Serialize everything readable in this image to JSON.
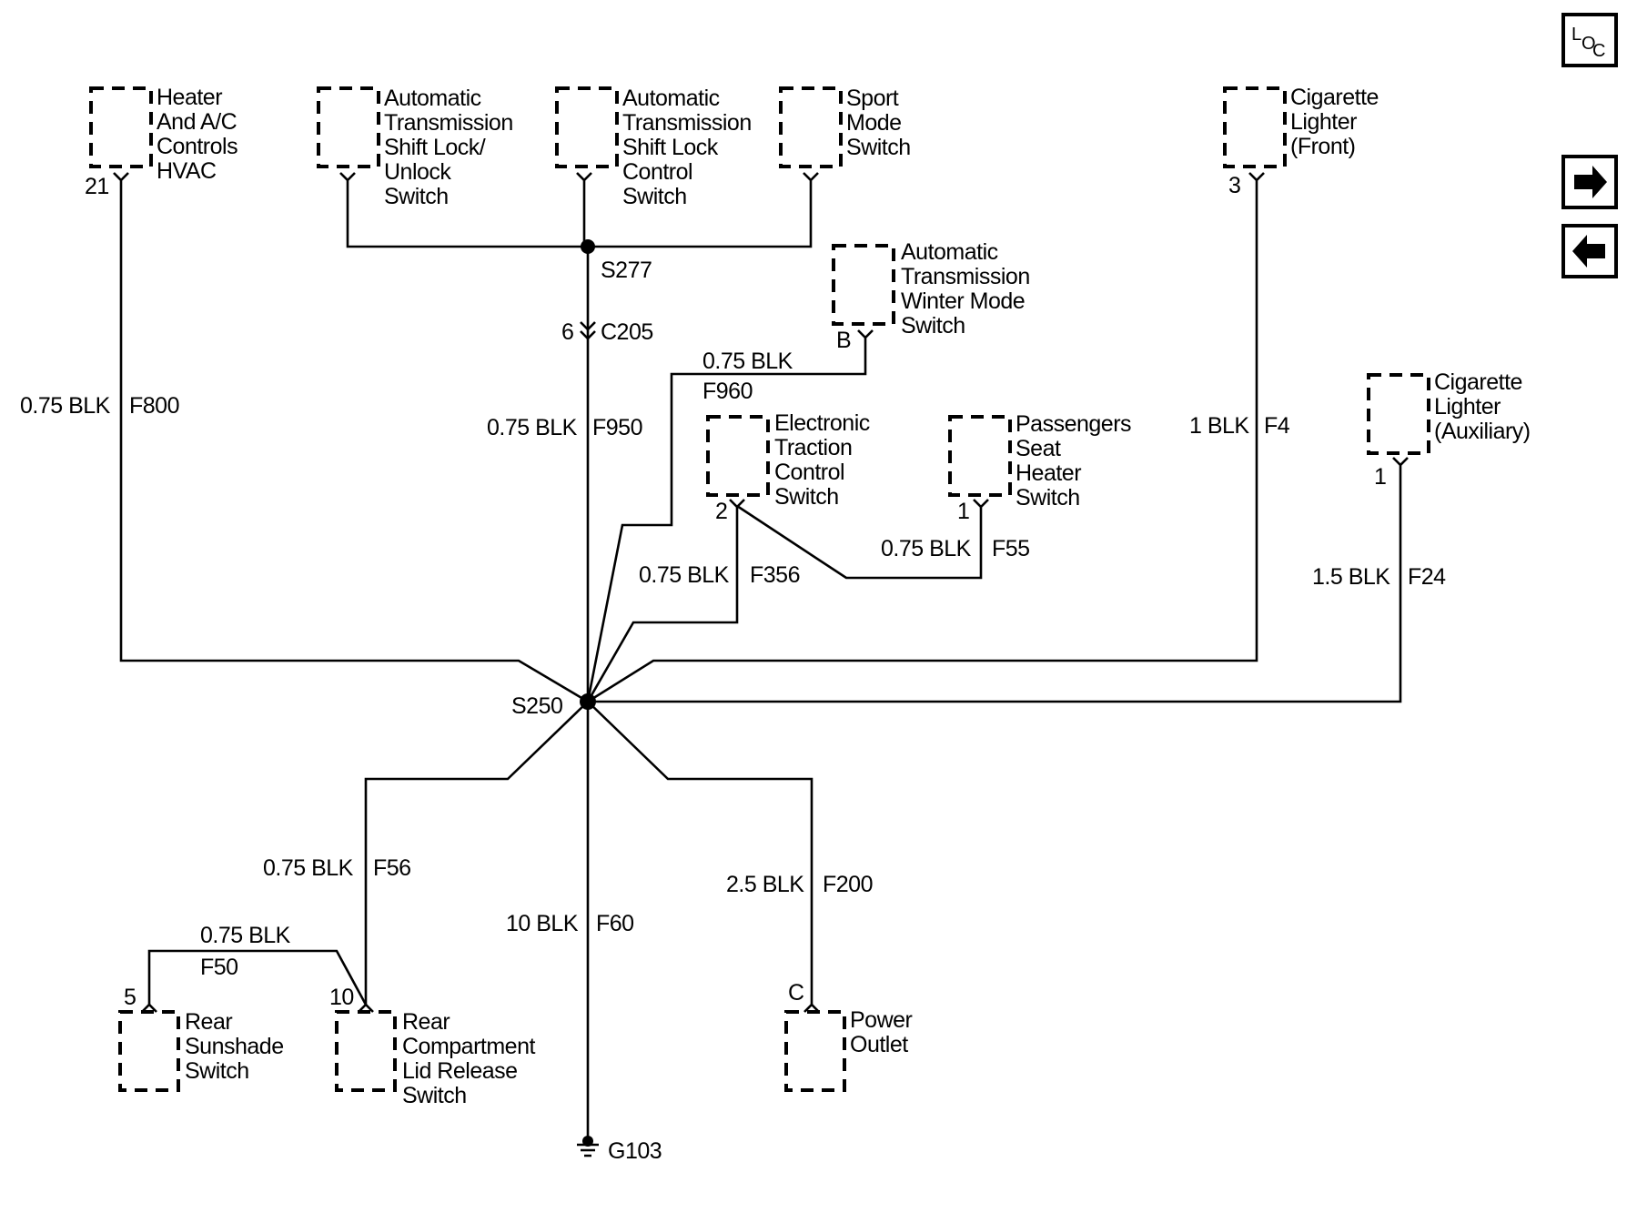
{
  "components": {
    "hvac": [
      "Heater",
      "And A/C",
      "Controls",
      "HVAC"
    ],
    "shift_lock_unlock": [
      "Automatic",
      "Transmission",
      "Shift Lock/",
      "Unlock",
      "Switch"
    ],
    "shift_lock_control": [
      "Automatic",
      "Transmission",
      "Shift Lock",
      "Control",
      "Switch"
    ],
    "sport_mode": [
      "Sport",
      "Mode",
      "Switch"
    ],
    "cig_front": [
      "Cigarette",
      "Lighter",
      "(Front)"
    ],
    "winter_mode": [
      "Automatic",
      "Transmission",
      "Winter Mode",
      "Switch"
    ],
    "traction": [
      "Electronic",
      "Traction",
      "Control",
      "Switch"
    ],
    "seat_heater": [
      "Passengers",
      "Seat",
      "Heater",
      "Switch"
    ],
    "cig_aux": [
      "Cigarette",
      "Lighter",
      "(Auxiliary)"
    ],
    "sunshade": [
      "Rear",
      "Sunshade",
      "Switch"
    ],
    "lid_release": [
      "Rear",
      "Compartment",
      "Lid Release",
      "Switch"
    ],
    "power_outlet": [
      "Power",
      "Outlet"
    ]
  },
  "pins": {
    "hvac": "21",
    "cig_front": "3",
    "winter_mode": "B",
    "traction": "2",
    "seat_heater": "1",
    "cig_aux": "1",
    "sunshade": "5",
    "lid_release": "10",
    "power_outlet": "C",
    "c205": "6"
  },
  "wires": {
    "f800": {
      "gauge": "0.75 BLK",
      "circuit": "F800"
    },
    "f950": {
      "gauge": "0.75 BLK",
      "circuit": "F950"
    },
    "f960": {
      "gauge": "0.75 BLK",
      "circuit": "F960"
    },
    "f356": {
      "gauge": "0.75 BLK",
      "circuit": "F356"
    },
    "f55": {
      "gauge": "0.75 BLK",
      "circuit": "F55"
    },
    "f4": {
      "gauge": "1 BLK",
      "circuit": "F4"
    },
    "f24": {
      "gauge": "1.5 BLK",
      "circuit": "F24"
    },
    "f56": {
      "gauge": "0.75 BLK",
      "circuit": "F56"
    },
    "f50": {
      "gauge": "0.75 BLK",
      "circuit": "F50"
    },
    "f60": {
      "gauge": "10 BLK",
      "circuit": "F60"
    },
    "f200": {
      "gauge": "2.5 BLK",
      "circuit": "F200"
    }
  },
  "splices": {
    "s277": "S277",
    "s250": "S250"
  },
  "connector": "C205",
  "ground": "G103",
  "nav": {
    "loc_l": "L",
    "loc_o": "O",
    "loc_c": "C",
    "next_icon": "arrow-right-icon",
    "prev_icon": "arrow-left-icon"
  }
}
